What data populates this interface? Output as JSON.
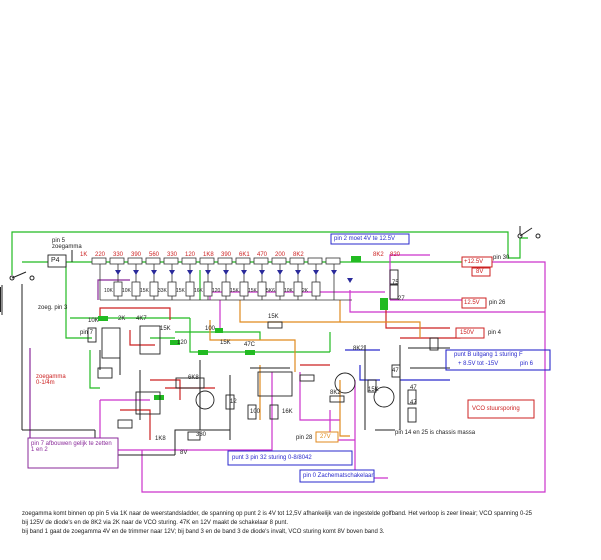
{
  "colors": {
    "wire_green": "#22bb22",
    "wire_magenta": "#cc33cc",
    "wire_red": "#cc2222",
    "wire_orange": "#e08a1e",
    "wire_blue": "#2a2acc",
    "wire_purple": "#8a2a9a",
    "wire_black": "#222222",
    "label_red": "#cc2222"
  },
  "labels": {
    "pin5_input": "pin 5 zoegamma",
    "pot_p4": "P4",
    "res_1k": "1K",
    "pin2_box": "pin 2 moet 4V te 12.5V",
    "res_8k2_top": "8K2",
    "res_820_top": "820",
    "pin30": "pin 30",
    "v125": "+12.5V",
    "v8": "8V",
    "v125_right": "12.5V",
    "pin26": "pin 26",
    "pin4": "pin 4",
    "v150": "150V",
    "out_box_line1": "punt B uitgang 1 sturing F",
    "out_box_line2": "+ 8.5V tot -15V",
    "pin6": "pin 6",
    "vco_box": "VCO stuursporing",
    "pin7": "pin 7",
    "pin_zoegamma": "zoeg. pin 3",
    "left_zoegamma": "zoegamma 0-1/4m",
    "bottom_box": "pin 7 afbouwen gelijk te zetten 1 en 2",
    "pin3_box": "punt 3 pin 32 sturing 0-8/8042",
    "pin28": "pin 28",
    "v27": "27V",
    "pin0_box": "pin 0 Zachematschakelaar",
    "chassis": "pin 14 en 25 is chassis massa",
    "res_82_12": "8K2",
    "res_47": "47",
    "res_2k": "2K",
    "res_4k7": "4K7",
    "res_15k": "15K",
    "res_10k": "10K",
    "res_330": "330",
    "res_120": "120",
    "res_100": "100",
    "res_15": "15K",
    "res_1k8": "1K8",
    "res_8v": "8V",
    "res_47c": "47C",
    "res_15k2": "15K",
    "res_6k8": "6K8",
    "res_8k2c": "8K2",
    "res_15k3": "15K",
    "res_47_2": "47",
    "res_47_3": "47",
    "res_75": "75",
    "res_27": "27",
    "res_12": "12",
    "res_100b": "100",
    "res_16k": "16K"
  },
  "ladder_top": [
    "220",
    "330",
    "390",
    "560",
    "330",
    "120",
    "1K8",
    "390",
    "6K1",
    "470",
    "200",
    "8K2"
  ],
  "ladder_bottom": [
    "10K",
    "10K",
    "15K",
    "33K",
    "15K",
    "16K",
    "120",
    "15K",
    "15K",
    "5K6",
    "10K",
    "2K"
  ],
  "notes": [
    "zoegamma komt binnen op pin 5 via 1K naar de weerstandsladder, de spanning op punt 2 is 4V tot 12,5V afhankelijk van de ingestelde golfband. Het verloop is zeer lineair; VCO spanning 0-25",
    "bij 125V de diode's en de 8K2 via 2K naar de VCO sturing. 47K en 12V maakt de schakelaar 8 punt.",
    "bij band 1 gaat de zoegamma 4V en de trimmer naar 12V; bij band 3 en de band 3 de diode's invalt, VCO sturing komt 8V boven band 3."
  ]
}
